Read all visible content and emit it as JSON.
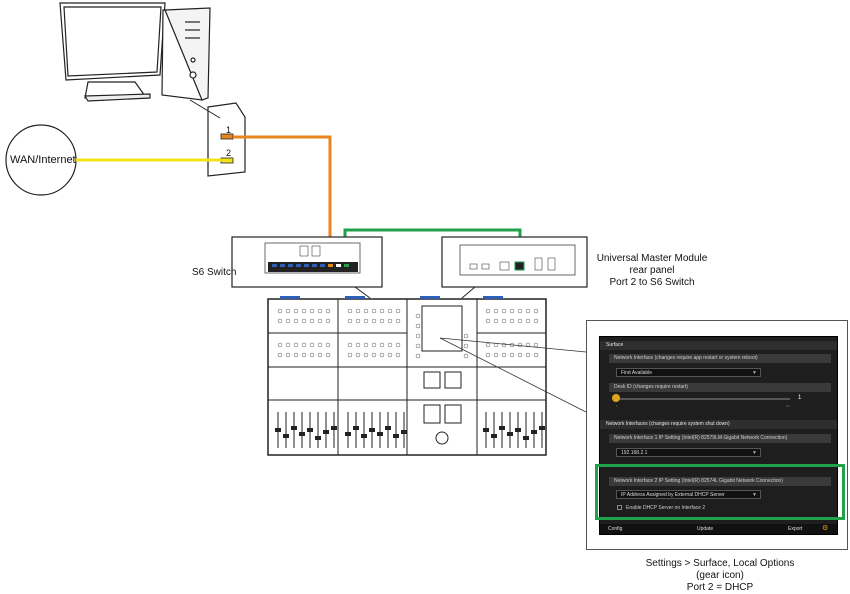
{
  "labels": {
    "wan": "WAN/Internet",
    "port1": "1",
    "port2": "2",
    "switch": "S6 Switch",
    "umm_line1": "Universal Master Module",
    "umm_line2": "rear panel",
    "umm_line3": "Port 2 to S6 Switch",
    "caption_line1": "Settings > Surface, Local Options",
    "caption_line2": "(gear icon)",
    "caption_line3": "Port 2 = DHCP"
  },
  "settings": {
    "surface_header": "Surface",
    "ni_label": "Network Interface  (changes require app restart or system reboot)",
    "ni_value": "First Available",
    "desk_label": "Desk ID  (changes require restart)",
    "desk_value": "1",
    "slider_min": "1",
    "slider_max": "10",
    "interfaces_header": "Network Interfaces  (changes require system shut down)",
    "ni1_label": "Network Interface 1 IP Setting (Intel(R) 82579LM Gigabit Network Connection)",
    "ni1_value": "192.168.2.1",
    "ni2_label": "Network Interface 2 IP Setting (Intel(R) 82574L Gigabit Network Connection)",
    "ni2_value": "IP Address Assigned by External DHCP Server",
    "dhcp_label": "Enable DHCP Server on Interface 2",
    "footer_config": "Config",
    "footer_update": "Update",
    "footer_export": "Export"
  },
  "colors": {
    "orange_cable": "#e8861e",
    "yellow_cable": "#f2e21a",
    "green_cable": "#21a24a",
    "port_blue": "#2f5fb5",
    "slider_knob": "#e0a31c"
  },
  "icons": {
    "computer": "desktop-computer-icon",
    "gear": "gear-icon"
  }
}
